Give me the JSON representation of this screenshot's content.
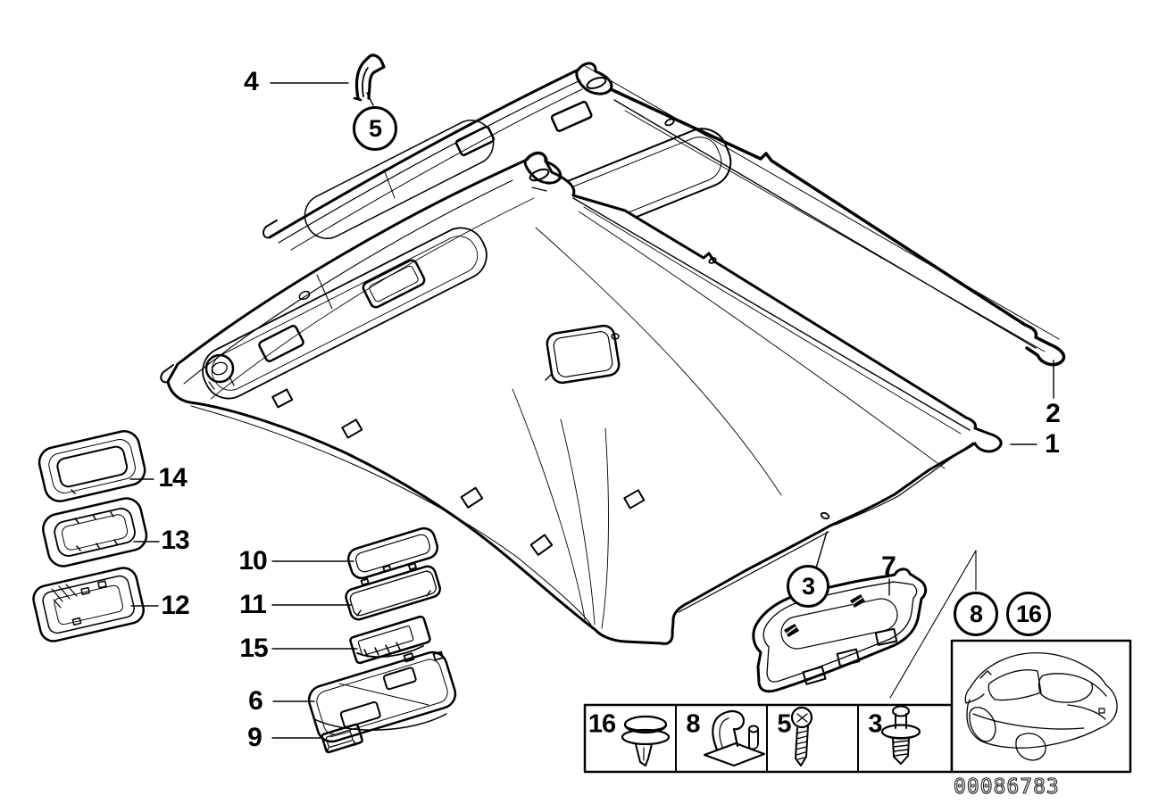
{
  "diagram": {
    "number": "00086783",
    "background_color": "#ffffff",
    "line_color": "#000000",
    "callouts": {
      "n1": "1",
      "n2": "2",
      "n3": "3",
      "n4": "4",
      "n5": "5",
      "n6": "6",
      "n7": "7",
      "n8": "8",
      "n9": "9",
      "n10": "10",
      "n11": "11",
      "n12": "12",
      "n13": "13",
      "n14": "14",
      "n15": "15",
      "n16": "16"
    },
    "fastener_table": {
      "cells": [
        {
          "ref": "16",
          "icon": "expanding-rivet-icon"
        },
        {
          "ref": "8",
          "icon": "spring-clamp-icon"
        },
        {
          "ref": "5",
          "icon": "pan-head-screw-icon"
        },
        {
          "ref": "3",
          "icon": "blind-rivet-icon"
        }
      ]
    },
    "vehicle_thumbnail_icon": "car-rear-three-quarter-outline"
  }
}
